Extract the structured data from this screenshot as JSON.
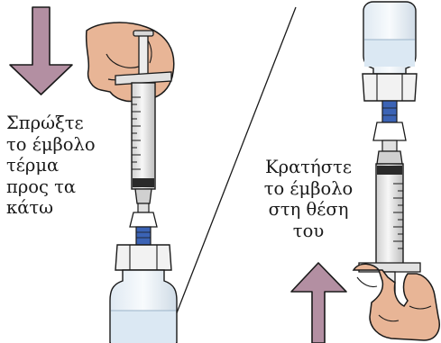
{
  "steps": [
    {
      "instruction": "Σπρώξτε\nτο έμβολο\nτέρμα\nπρος τα\nκάτω",
      "arrow_direction": "down"
    },
    {
      "instruction": "Κρατήστε\nτο έμβολο\nστη θέση\nτου",
      "arrow_direction": "up"
    }
  ],
  "colors": {
    "arrow_fill": "#b38fa2",
    "outline": "#1a1a1a",
    "skin": "#e8b596",
    "barrel": "#e6e6e6",
    "cap_blue": "#3b63b5",
    "vial_liquid": "#dbe8f3"
  },
  "icons": [
    "down-arrow-icon",
    "up-arrow-icon",
    "hand-icon",
    "syringe-icon",
    "vial-icon",
    "adapter-icon"
  ]
}
